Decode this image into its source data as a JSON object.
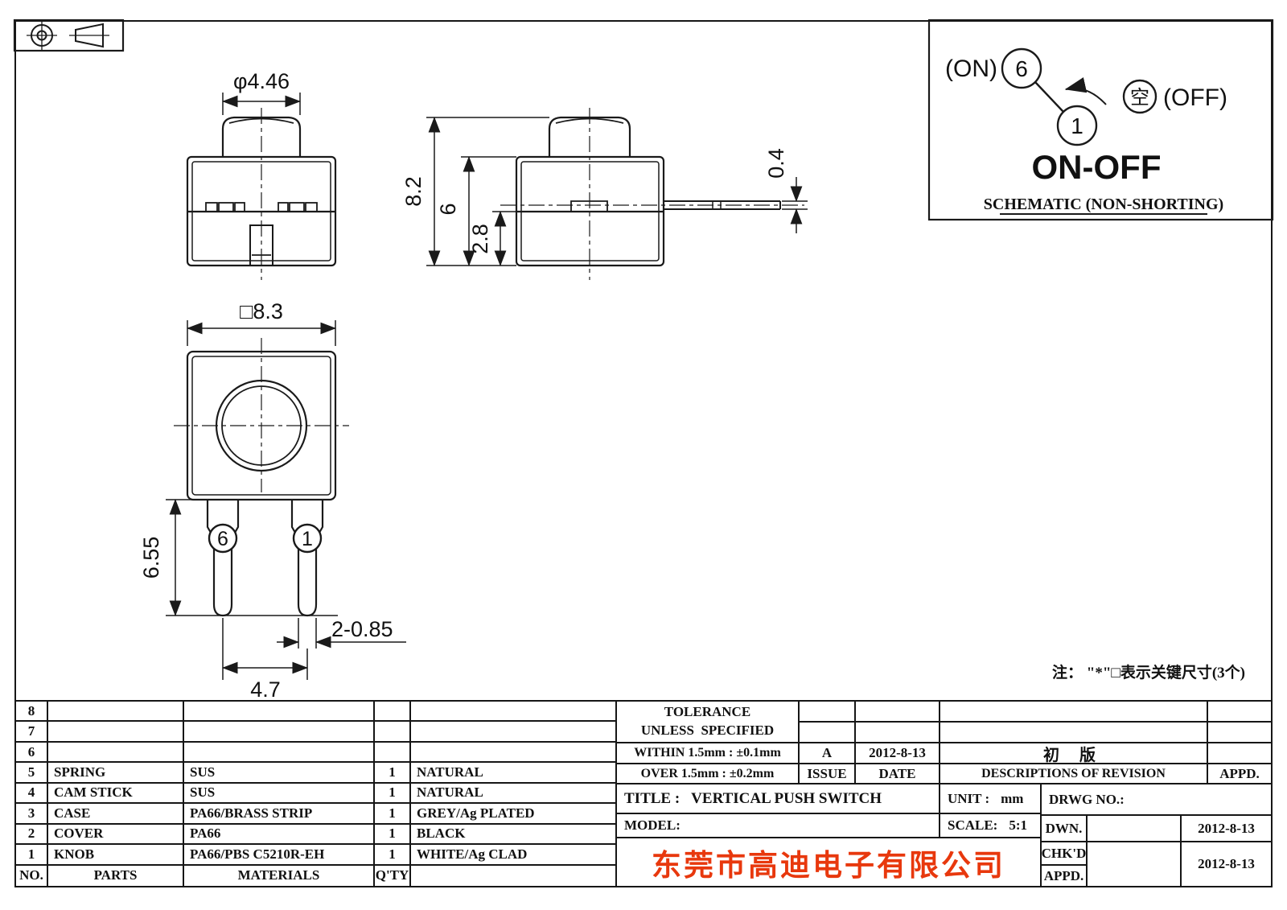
{
  "colors": {
    "background": "#ffffff",
    "line": "#1a1a1a",
    "company_red": "#e8380d"
  },
  "drawing": {
    "front_view": {
      "knob_diameter": "φ4.46"
    },
    "top_view": {
      "body_square": "□8.3"
    },
    "side_view": {
      "total_height": "8.2",
      "body_height": "6",
      "base_height": "2.8",
      "terminal_thickness": "0.4"
    },
    "pin_view": {
      "pin_length": "6.55",
      "pin_width": "2-0.85",
      "pin_pitch": "4.7",
      "pin_left": "6",
      "pin_right": "1"
    }
  },
  "schematic": {
    "on": "(ON)",
    "terminal_6": "6",
    "terminal_1": "1",
    "empty_pos": "空",
    "off": "(OFF)",
    "function": "ON-OFF",
    "caption": "SCHEMATIC (NON-SHORTING)"
  },
  "note": {
    "text": "注： \"*\"□表示关键尺寸(3个)"
  },
  "parts_table": {
    "headers": {
      "no": "NO.",
      "parts": "PARTS",
      "materials": "MATERIALS",
      "qty": "Q'TY",
      "color": ""
    },
    "rows": [
      {
        "no": "8",
        "parts": "",
        "materials": "",
        "qty": "",
        "color": ""
      },
      {
        "no": "7",
        "parts": "",
        "materials": "",
        "qty": "",
        "color": ""
      },
      {
        "no": "6",
        "parts": "",
        "materials": "",
        "qty": "",
        "color": ""
      },
      {
        "no": "5",
        "parts": "SPRING",
        "materials": "SUS",
        "qty": "1",
        "color": "NATURAL"
      },
      {
        "no": "4",
        "parts": "CAM STICK",
        "materials": "SUS",
        "qty": "1",
        "color": "NATURAL"
      },
      {
        "no": "3",
        "parts": "CASE",
        "materials": "PA66/BRASS STRIP",
        "qty": "1",
        "color": "GREY/Ag PLATED"
      },
      {
        "no": "2",
        "parts": "COVER",
        "materials": "PA66",
        "qty": "1",
        "color": "BLACK"
      },
      {
        "no": "1",
        "parts": "KNOB",
        "materials": "PA66/PBS C5210R-EH",
        "qty": "1",
        "color": "WHITE/Ag CLAD"
      }
    ]
  },
  "title_block": {
    "tolerance_line1": "TOLERANCE",
    "tolerance_line2": "UNLESS  SPECIFIED",
    "within": "WITHIN 1.5mm : ±0.1mm",
    "over": "OVER 1.5mm : ±0.2mm",
    "issue_value": "A",
    "issue_label": "ISSUE",
    "date_value": "2012-8-13",
    "date_label": "DATE",
    "revision_value": "初 版",
    "revision_label": "DESCRIPTIONS OF REVISION",
    "appd_label": "APPD.",
    "title_label": "TITLE :",
    "title_value": "VERTICAL PUSH SWITCH",
    "unit_label": "UNIT :",
    "unit_value": "mm",
    "drwg_label": "DRWG NO.:",
    "model_label": "MODEL:",
    "scale_label": "SCALE:",
    "scale_value": "5:1",
    "dwn_label": "DWN.",
    "dwn_date": "2012-8-13",
    "chkd_label": "CHK'D",
    "appd_sign_label": "APPD.",
    "chk_appd_date": "2012-8-13",
    "company": "东莞市高迪电子有限公司"
  }
}
